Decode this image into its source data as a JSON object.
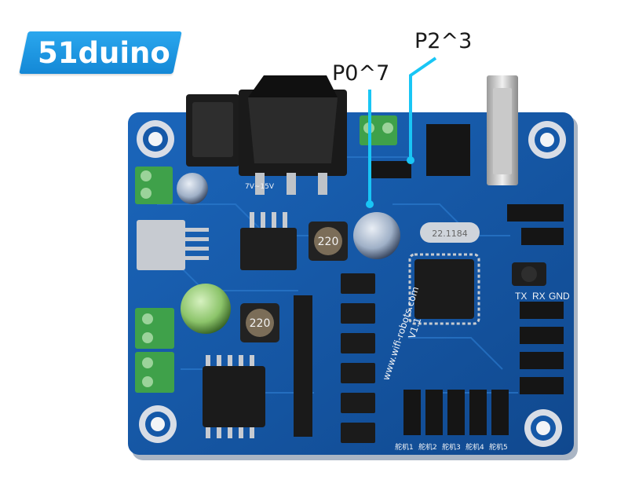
{
  "brand": {
    "logo_text": "51duino",
    "color": "#1a8fe0"
  },
  "callouts": [
    {
      "label": "P2^3",
      "line_color": "#19c6f5"
    },
    {
      "label": "P0^7",
      "line_color": "#19c6f5"
    }
  ],
  "board": {
    "pcb_color": "#1558a8",
    "silkscreen": {
      "website": "www.wifi-robots.com",
      "version": "V1.1",
      "inductor_a": "220",
      "inductor_b": "220",
      "crystal": "22.1184",
      "ir_labels": [
        "TX",
        "RX",
        "GND"
      ],
      "power_label": "7V~15V",
      "bottom_headers": [
        "舵机1",
        "舵机2",
        "舵机3",
        "舵机4",
        "舵机5"
      ]
    }
  }
}
